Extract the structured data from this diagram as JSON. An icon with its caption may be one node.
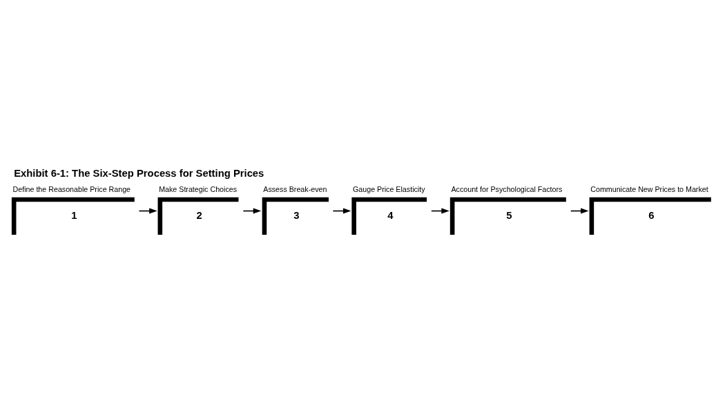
{
  "diagram": {
    "title": "Exhibit 6-1: The Six-Step Process for Setting Prices",
    "nodes": [
      {
        "text": [
          "Define the Reasonable Price Range",
          "1"
        ]
      },
      {
        "text": [
          "Make Strategic Choices",
          "2"
        ]
      },
      {
        "text": [
          "Assess Break-even",
          "3"
        ]
      },
      {
        "text": [
          "Gauge Price Elasticity",
          "4"
        ]
      },
      {
        "text": [
          "Account for Psychological Factors",
          "5"
        ]
      },
      {
        "text": [
          "Communicate New Prices to Market",
          "6"
        ]
      }
    ],
    "edges": [
      {
        "from": 0,
        "to": 1,
        "arrow": "to"
      },
      {
        "from": 1,
        "to": 2,
        "arrow": "to"
      },
      {
        "from": 2,
        "to": 3,
        "arrow": "to"
      },
      {
        "from": 3,
        "to": 4,
        "arrow": "to"
      },
      {
        "from": 4,
        "to": 5,
        "arrow": "to"
      }
    ]
  }
}
